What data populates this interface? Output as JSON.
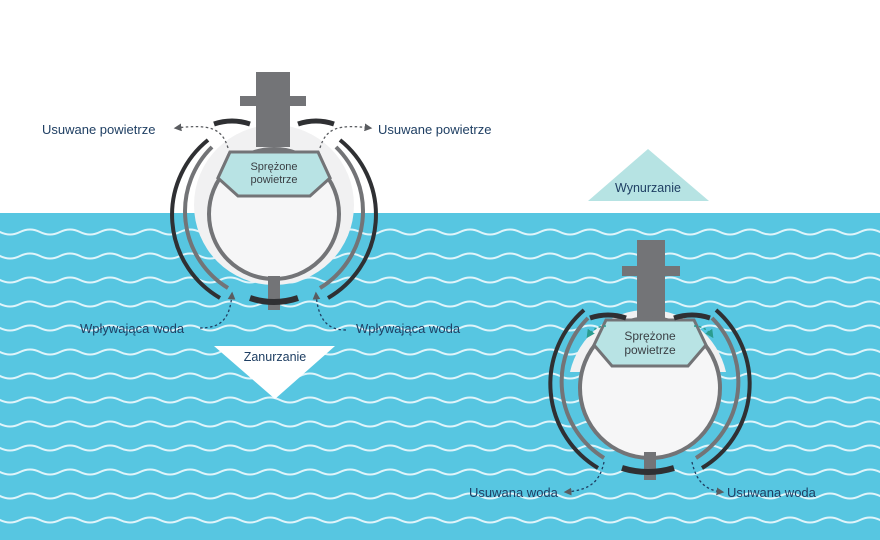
{
  "labels": {
    "removed_air_left": "Usuwane powietrze",
    "removed_air_right": "Usuwane powietrze",
    "compressed_air_1": "Sprężone",
    "compressed_air_2": "powietrze",
    "inflowing_water_left": "Wpływająca woda",
    "inflowing_water_right": "Wpływająca woda",
    "diving": "Zanurzanie",
    "surfacing": "Wynurzanie",
    "removed_water_left": "Usuwana woda",
    "removed_water_right": "Usuwana woda"
  },
  "colors": {
    "water": "#57c6e1",
    "wave": "#dff4fa",
    "tank": "#b8e3e4",
    "hull": "#737477",
    "hull_dark": "#2f3033",
    "hull_fill": "#f4f4f5",
    "text": "#1f3f63",
    "surfacing_triangle": "#b6e3e3",
    "surfacing_text": "#1f3f63",
    "diving_triangle": "#ffffff",
    "diving_text": "#1f3f63",
    "arrow_air": "#5a5c60",
    "arrow_teal": "#2a9c8f"
  }
}
